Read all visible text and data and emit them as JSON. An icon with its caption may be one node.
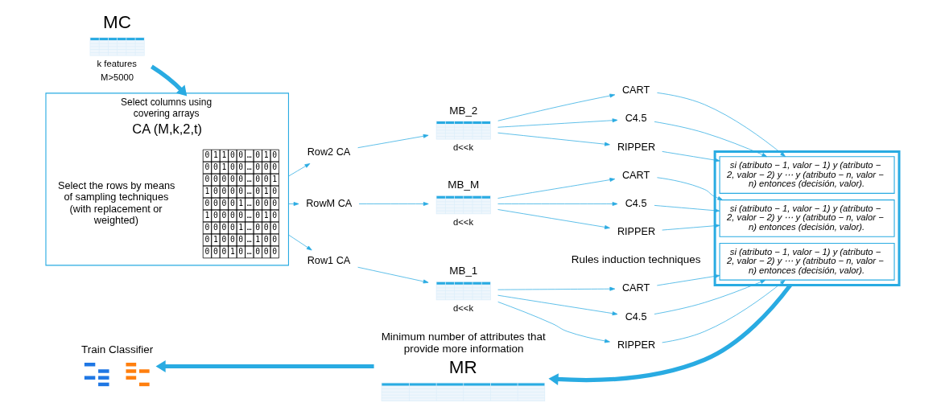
{
  "diagram": {
    "nodes": [
      {
        "text": [
          "MC"
        ],
        "beside": [
          "k features",
          "M>5000"
        ]
      },
      {
        "text": [
          "Select columns using covering arrays",
          "CA (M,k,2,t)"
        ]
      },
      {
        "text": [
          "0 1 1 0 0 … 0 1 0",
          "0 0 1 0 0 … 0 0 0",
          "0 0 0 0 0 … 0 0 1",
          "1 0 0 0 0 … 0 1 0",
          "0 0 0 0 1 … 0 0 0",
          "1 0 0 0 0 … 0 1 0",
          "0 0 0 0 1 … 0 0 0",
          "0 1 0 0 0 … 1 0 0",
          "0 0 0 1 0 … 0 0 0"
        ],
        "in": 1
      },
      {
        "text": [
          "Select the rows by means of sampling techniques (with replacement or weighted)"
        ],
        "in": 1
      },
      {
        "text": [
          "Row1 CA"
        ]
      },
      {
        "text": [
          "Row2 CA"
        ]
      },
      {
        "text": [
          "RowM CA"
        ]
      },
      {
        "text": [
          "MB_1"
        ],
        "beside": [
          "d<<k"
        ]
      },
      {
        "text": [
          "MB_2"
        ],
        "beside": [
          "d<<k"
        ]
      },
      {
        "text": [
          "MB_M"
        ],
        "beside": [
          "d<<k"
        ]
      },
      {
        "text": [
          "CART"
        ]
      },
      {
        "text": [
          "C4.5"
        ]
      },
      {
        "text": [
          "RIPPER"
        ]
      },
      {
        "text": [
          "CART"
        ]
      },
      {
        "text": [
          "C4.5"
        ]
      },
      {
        "text": [
          "RIPPER"
        ]
      },
      {
        "text": [
          "CART"
        ]
      },
      {
        "text": [
          "C4.5"
        ]
      },
      {
        "text": [
          "RIPPER"
        ]
      },
      {
        "text": [],
        "shape": "box"
      },
      {
        "text": [
          "si (atributo − 1, valor − 1) y (atributo − 2, valor − 2) y ⋯ y (atributo − n, valor − n) entonces (decisión, valor)."
        ],
        "in": 19
      },
      {
        "text": [
          "si (atributo − 1, valor − 1) y (atributo − 2, valor − 2) y ⋯ y (atributo − n, valor − n) entonces (decisión, valor)."
        ],
        "in": 19
      },
      {
        "text": [
          "si (atributo − 1, valor − 1) y (atributo − 2, valor − 2) y ⋯ y (atributo − n, valor − n) entonces (decisión, valor)."
        ],
        "in": 19
      },
      {
        "text": [
          "Minimum number of attributes that provide more information",
          "MR"
        ]
      },
      {
        "text": [
          "Train Classifier"
        ]
      }
    ],
    "edges": [
      {
        "from": 0,
        "to": 1,
        "arrow": "to",
        "style": "thick"
      },
      {
        "from": 1,
        "to": 4,
        "arrow": "to"
      },
      {
        "from": 1,
        "to": 5,
        "arrow": "to"
      },
      {
        "from": 1,
        "to": 6,
        "arrow": "to"
      },
      {
        "from": 4,
        "to": 7,
        "arrow": "to"
      },
      {
        "from": 5,
        "to": 8,
        "arrow": "to"
      },
      {
        "from": 6,
        "to": 9,
        "arrow": "to"
      },
      {
        "from": 7,
        "to": 10,
        "arrow": "to"
      },
      {
        "from": 7,
        "to": 11,
        "arrow": "to"
      },
      {
        "from": 7,
        "to": 12,
        "arrow": "to"
      },
      {
        "from": 8,
        "to": 13,
        "arrow": "to"
      },
      {
        "from": 8,
        "to": 14,
        "arrow": "to"
      },
      {
        "from": 8,
        "to": 15,
        "arrow": "to"
      },
      {
        "from": 9,
        "to": 16,
        "arrow": "to"
      },
      {
        "from": 9,
        "to": 17,
        "arrow": "to"
      },
      {
        "from": 9,
        "to": 18,
        "arrow": "to"
      },
      {
        "from": 10,
        "to": 20,
        "arrow": "to"
      },
      {
        "from": 11,
        "to": 20,
        "arrow": "to"
      },
      {
        "from": 12,
        "to": 20,
        "arrow": "to"
      },
      {
        "from": 13,
        "to": 21,
        "arrow": "to"
      },
      {
        "from": 14,
        "to": 21,
        "arrow": "to"
      },
      {
        "from": 15,
        "to": 21,
        "arrow": "to"
      },
      {
        "from": 16,
        "to": 22,
        "arrow": "to"
      },
      {
        "from": 17,
        "to": 22,
        "arrow": "to"
      },
      {
        "from": 18,
        "to": 22,
        "arrow": "to"
      },
      {
        "from": 19,
        "to": 23,
        "arrow": "to",
        "style": "thick"
      },
      {
        "from": 23,
        "to": 24,
        "arrow": "to",
        "style": "thick"
      }
    ],
    "labels": [
      "Rules induction techniques"
    ]
  }
}
